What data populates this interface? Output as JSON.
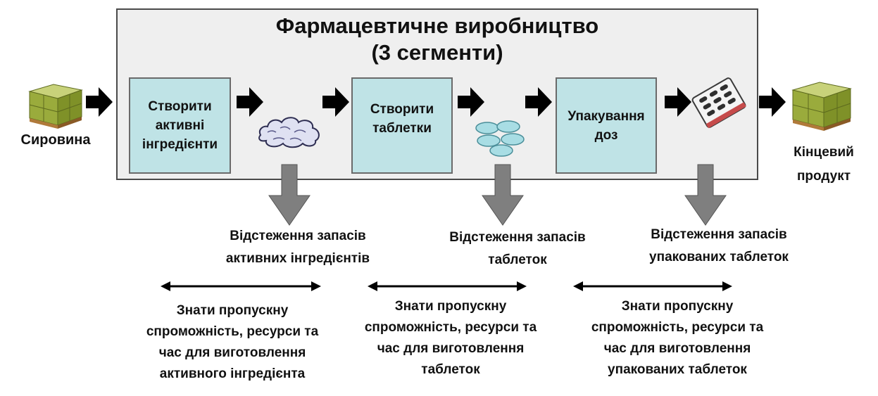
{
  "diagram": {
    "title_line1": "Фармацевтичне виробництво",
    "title_line2": "(3 сегменти)",
    "raw_material": "Сировина",
    "final_product": "Кінцевий\nпродукт",
    "steps": [
      {
        "label": "Створити\nактивні\nінгредієнти"
      },
      {
        "label": "Створити\nтаблетки"
      },
      {
        "label": "Упакування\nдоз"
      }
    ],
    "tracking": [
      {
        "label": "Відстеження запасів\nактивних інгредієнтів"
      },
      {
        "label": "Відстеження запасів\nтаблеток"
      },
      {
        "label": "Відстеження запасів\nупакованих таблеток"
      }
    ],
    "segments": [
      {
        "label": "Знати пропускну\nспроможність,  ресурси та\nчас для виготовлення\nактивного інгредієнта"
      },
      {
        "label": "Знати пропускну\nспроможність,  ресурси та\nчас для виготовлення\nтаблеток"
      },
      {
        "label": "Знати пропускну\nспроможність,  ресурси та\nчас для виготовлення\nупакованих таблеток"
      }
    ]
  }
}
